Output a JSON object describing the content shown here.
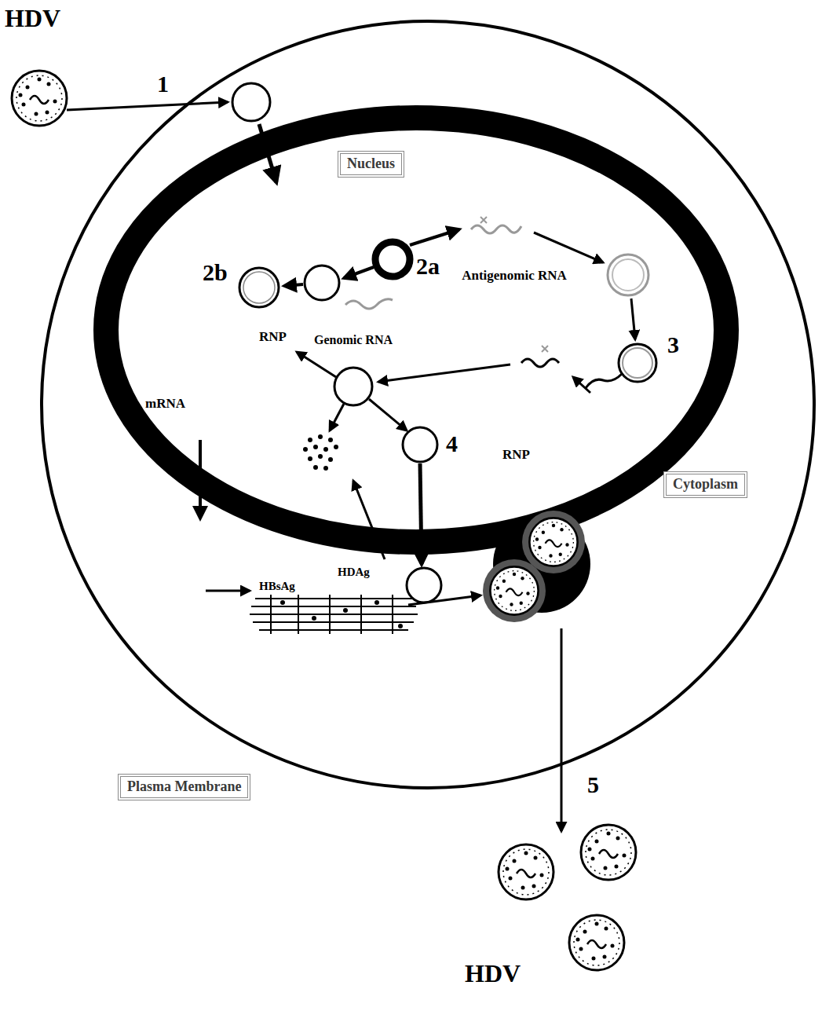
{
  "diagram": {
    "nodes": [
      {
        "text": [
          "Nucleus"
        ]
      },
      {
        "text": [
          "Cytoplasm"
        ]
      },
      {
        "text": [
          "Plasma Membrane"
        ]
      }
    ],
    "labels": [
      "HDV",
      "1",
      "2a",
      "2b",
      "Antigenomic RNA",
      "RNP",
      "Genomic RNA",
      "mRNA",
      "3",
      "RNP",
      "4",
      "HDAg",
      "HBsAg",
      "5",
      "HDV"
    ]
  }
}
